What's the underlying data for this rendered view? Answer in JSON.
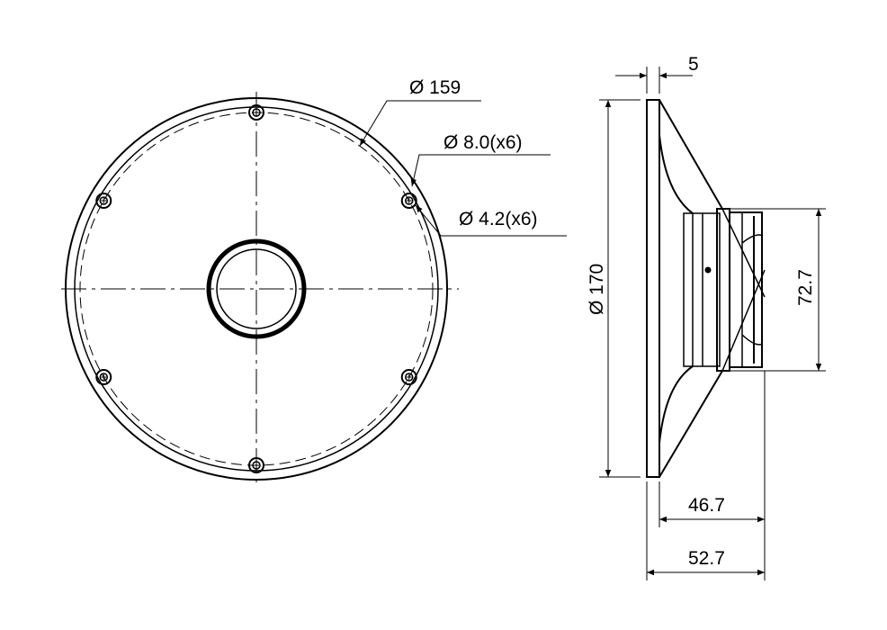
{
  "front_view": {
    "dim_outer_hole_circle": "Ø 159",
    "dim_screw_head": "Ø 8.0(x6)",
    "dim_hole": "Ø 4.2(x6)"
  },
  "side_view": {
    "dim_flange_thickness": "5",
    "dim_outer_diameter": "Ø 170",
    "dim_magnet_diameter": "72.7",
    "dim_depth_motor": "46.7",
    "dim_total_depth": "52.7"
  },
  "colors": {
    "line": "#000000",
    "background": "#ffffff"
  }
}
